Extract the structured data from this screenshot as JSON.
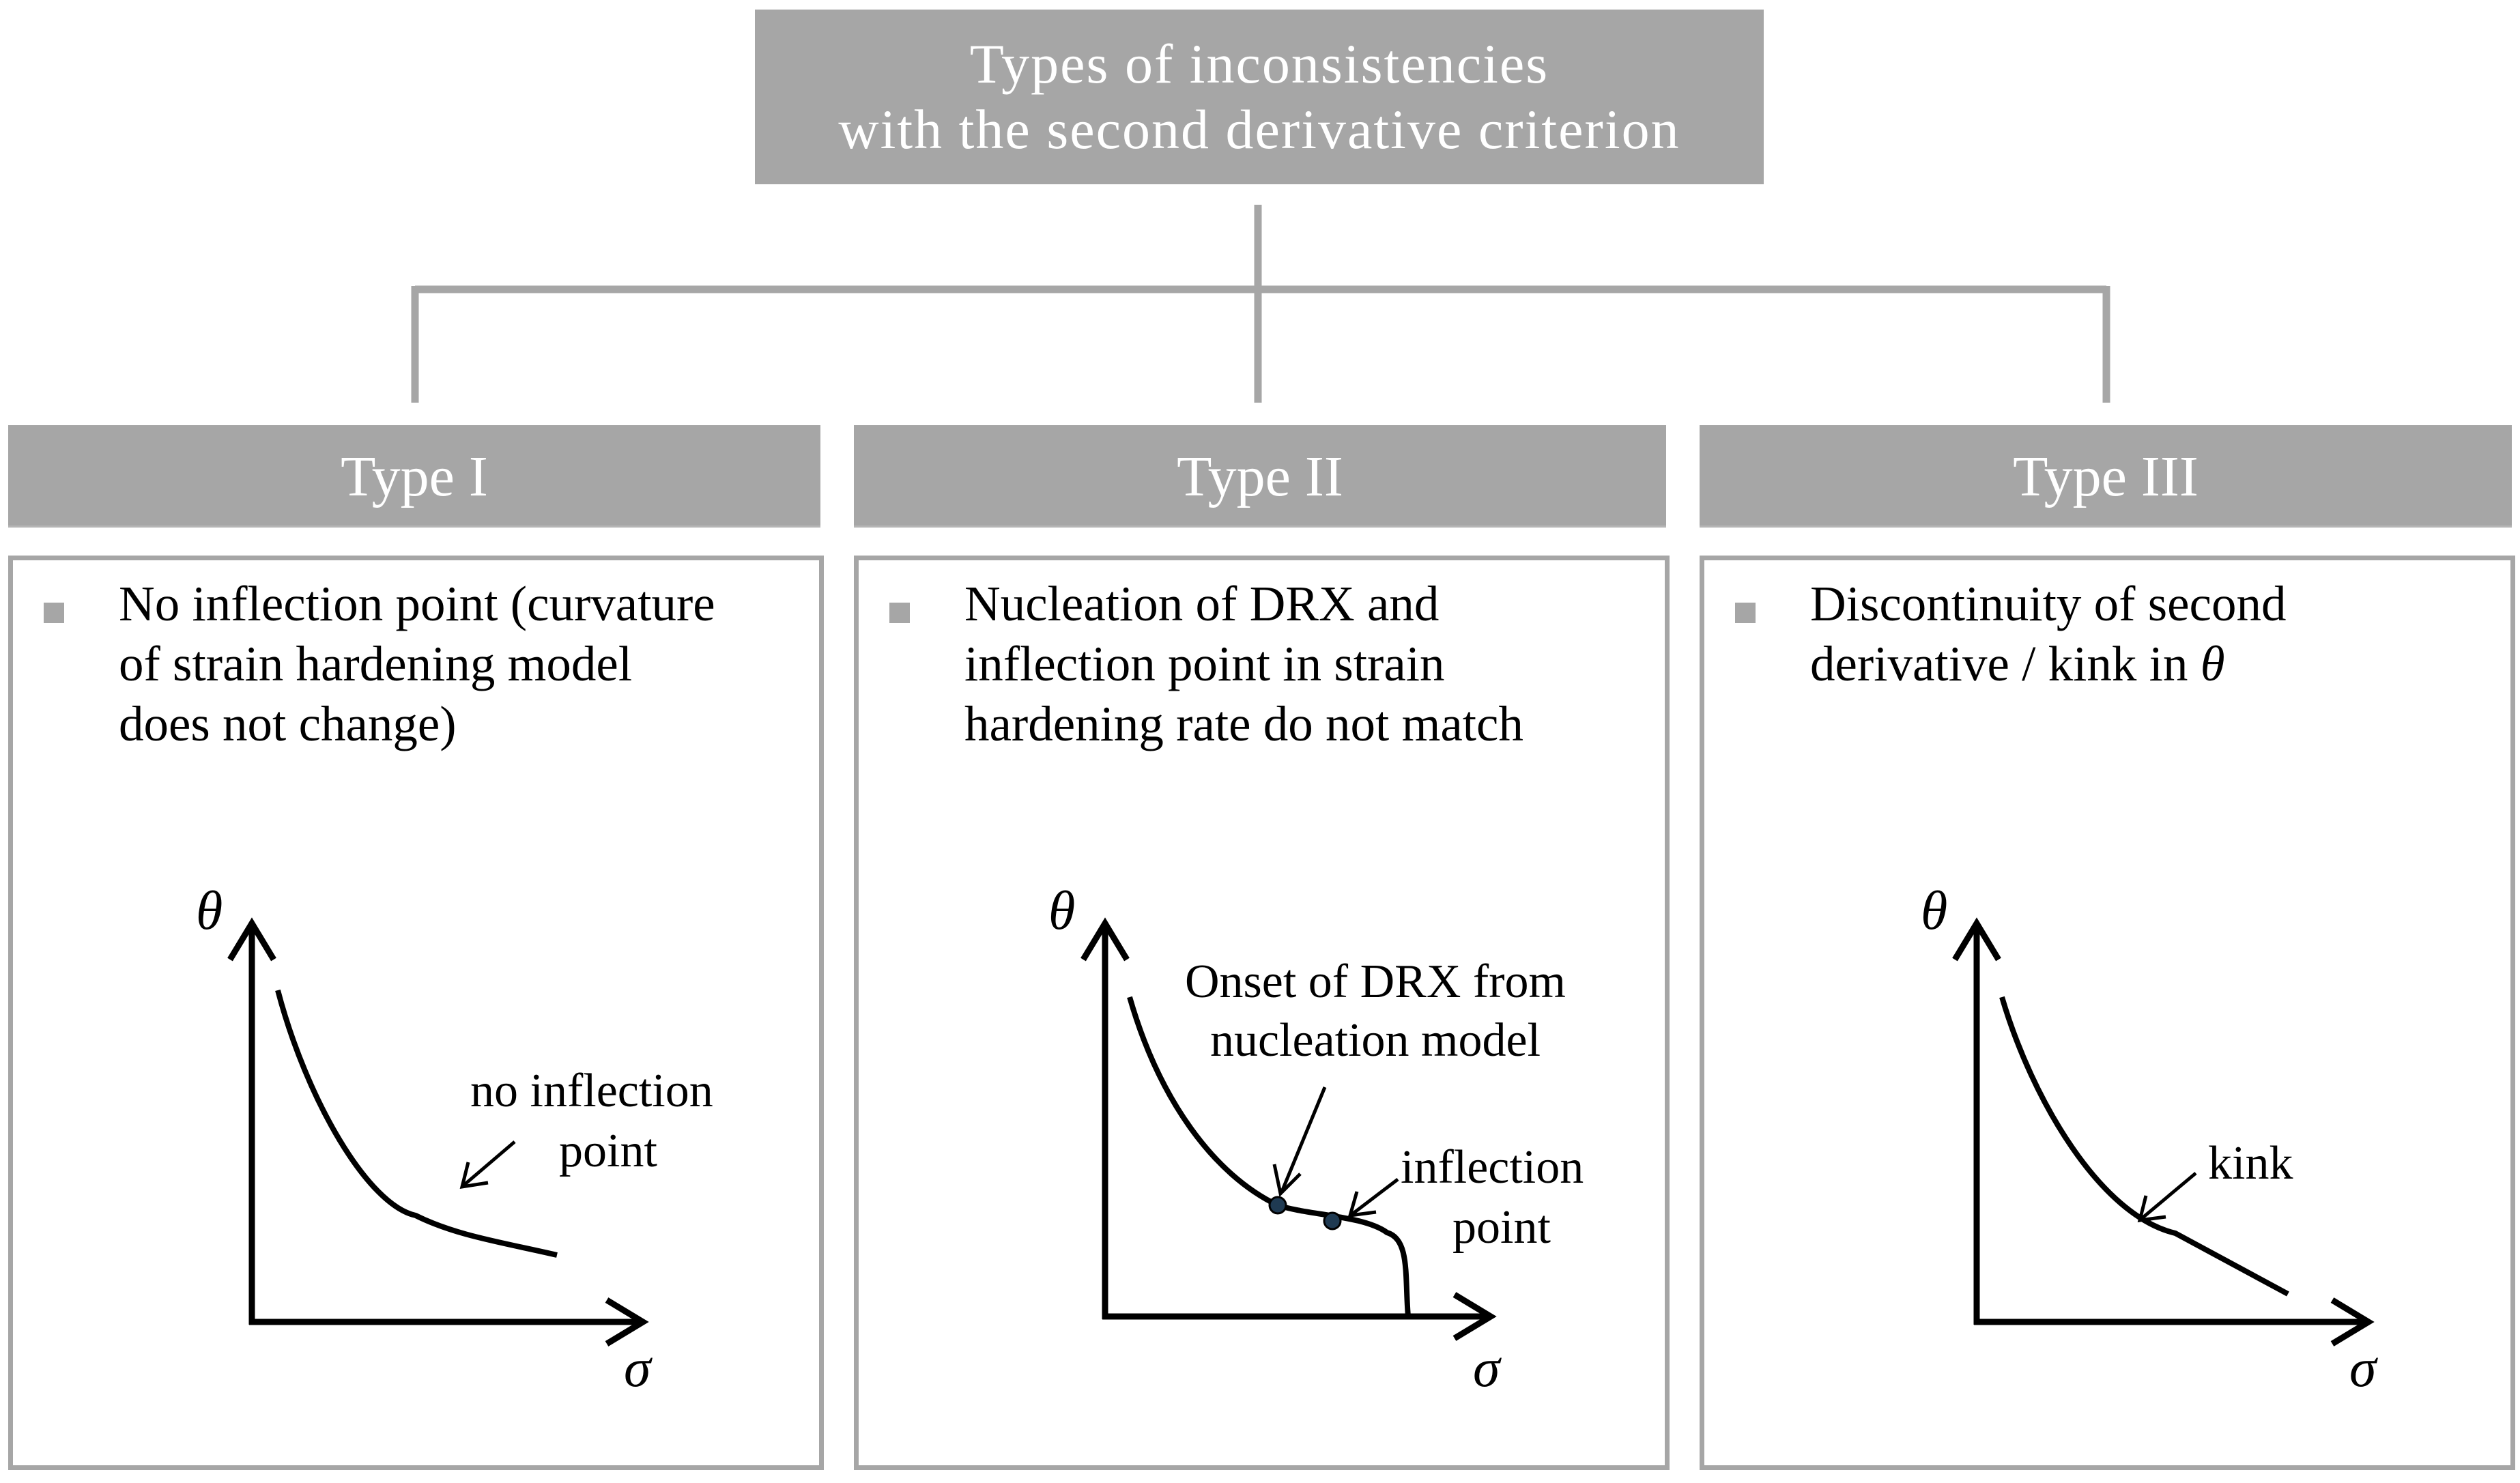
{
  "title": {
    "line1": "Types of inconsistencies",
    "line2": "with the second derivative criterion"
  },
  "types": [
    {
      "header": "Type I",
      "description": "No inflection point (curvature\nof strain hardening model\ndoes not change)",
      "y_axis": "θ",
      "x_axis": "σ",
      "annotation_line1": "no inflection",
      "annotation_line2": "point"
    },
    {
      "header": "Type II",
      "description": "Nucleation of DRX and\ninflection point in strain\nhardening rate do not match",
      "y_axis": "θ",
      "x_axis": "σ",
      "onset_line1": "Onset of DRX from",
      "onset_line2": "nucleation model",
      "inflection_line1": "inflection",
      "inflection_line2": "point"
    },
    {
      "header": "Type III",
      "description_main": "Discontinuity of second\nderivative / kink in ",
      "description_symbol": "θ",
      "y_axis": "θ",
      "x_axis": "σ",
      "annotation": "kink"
    }
  ],
  "colors": {
    "box_fill": "#a6a6a6",
    "header_text": "#ffffff",
    "curve": "#000000",
    "marker_fill": "#1f3a52"
  }
}
